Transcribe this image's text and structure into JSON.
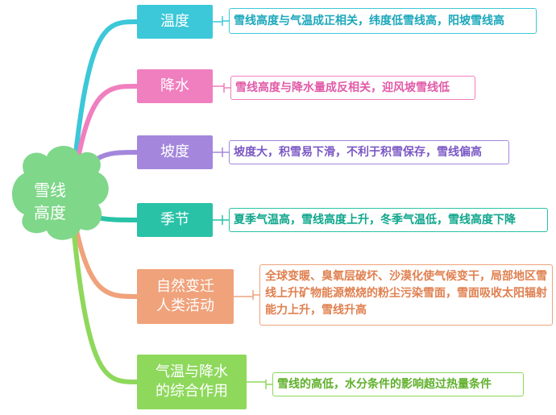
{
  "center": {
    "label": "雪线\n高度",
    "color": "#7fd78a"
  },
  "branches": [
    {
      "label": "温度",
      "desc": "雪线高度与气温成正相关，纬度低雪线高，阳坡雪线高",
      "color": "#3cc8d8",
      "text_color": "#1aa7bb"
    },
    {
      "label": "降水",
      "desc": "雪线高度与降水量成反相关，迎风坡雪线低",
      "color": "#f07fbf",
      "text_color": "#e25aa8"
    },
    {
      "label": "坡度",
      "desc": "坡度大，积雪易下滑，不利于积雪保存，雪线偏高",
      "color": "#a487dc",
      "text_color": "#7b58c4"
    },
    {
      "label": "季节",
      "desc": "夏季气温高，雪线高度上升，冬季气温低，雪线高度下降",
      "color": "#29c2a7",
      "text_color": "#0fa68c"
    },
    {
      "label": "自然变迁\n人类活动",
      "desc": "全球变暖、臭氧层破坏、沙漠化使气候变干，局部地区雪线上升矿物能源燃烧的粉尘污染雪面，雪面吸收太阳辐射能力上升，雪线升高",
      "color": "#f0a27b",
      "text_color": "#e08050"
    },
    {
      "label": "气温与降水\n的综合作用",
      "desc": "雪线的高低，水分条件的影响超过热量条件",
      "color": "#8ed85c",
      "text_color": "#5fb02a"
    }
  ]
}
